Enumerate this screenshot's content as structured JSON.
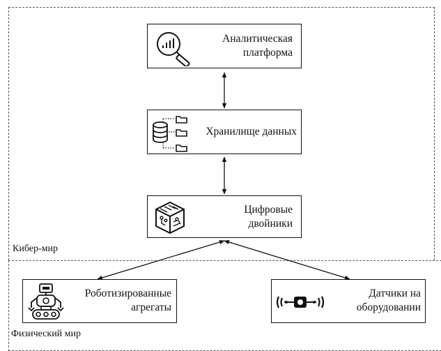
{
  "zones": {
    "cyber": {
      "label": "Кибер-мир"
    },
    "physical": {
      "label": "Физический мир"
    }
  },
  "boxes": {
    "analytics": {
      "line1": "Аналитическая",
      "line2": "платформа",
      "icon": "analytics-magnifier-icon"
    },
    "storage": {
      "line1": "Хранилище данных",
      "icon": "database-folders-icon"
    },
    "twins": {
      "line1": "Цифровые",
      "line2": "двойники",
      "icon": "digital-twin-cube-icon"
    },
    "robots": {
      "line1": "Роботизированные",
      "line2": "агрегаты",
      "icon": "robot-icon"
    },
    "sensors": {
      "line1": "Датчики на",
      "line2": "оборудовании",
      "icon": "sensor-signal-icon"
    }
  },
  "colors": {
    "line": "#111111",
    "dash": "#555555",
    "background": "#ffffff"
  }
}
